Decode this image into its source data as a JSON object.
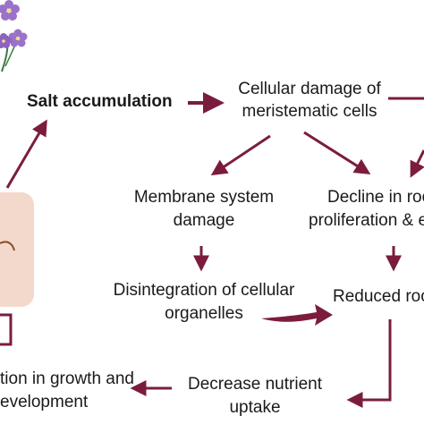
{
  "colors": {
    "arrow": "#7b1c3e",
    "root_box": "#f3d8cc",
    "flower": "#9b72c9",
    "flower_center": "#f4e27a",
    "stem": "#3c7a3c",
    "text": "#1a1a1a"
  },
  "icons": [
    "flower-icon",
    "root-icon"
  ],
  "nodes": {
    "salt": "Salt accumulation",
    "cellular_line1": "Cellular damage of",
    "cellular_line2": "meristematic cells",
    "membrane_line1": "Membrane system",
    "membrane_line2": "damage",
    "decline_line1": "Decline in roo",
    "decline_line2": "proliferation & e",
    "disintegration_line1": "Disintegration of cellular",
    "disintegration_line2": "organelles",
    "reduced": "Reduced roo",
    "decrease_line1": "Decrease nutrient",
    "decrease_line2": "uptake",
    "growth_line1": "tion in growth and",
    "growth_line2": "evelopment"
  }
}
